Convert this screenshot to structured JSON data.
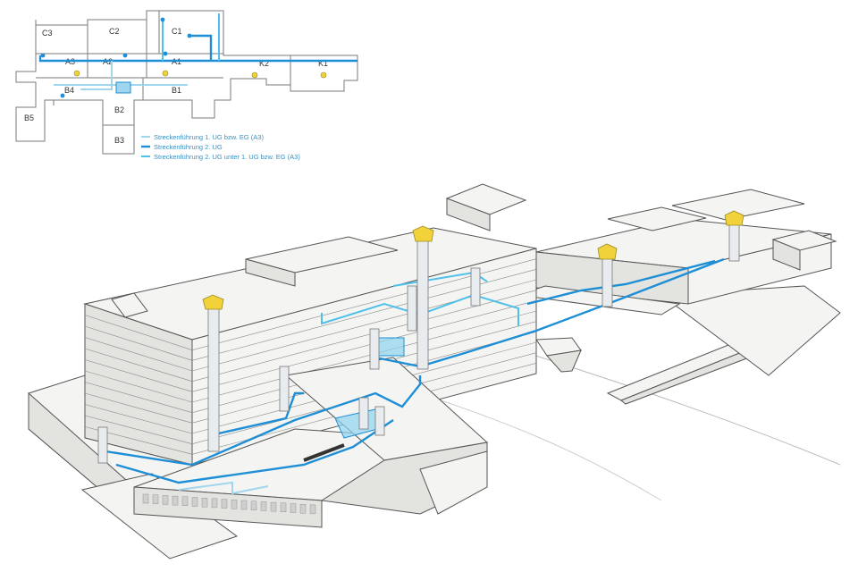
{
  "floorplan": {
    "rooms": [
      "C3",
      "C2",
      "C1",
      "A3",
      "A2",
      "A1",
      "K2",
      "K1",
      "B4",
      "B1",
      "B5",
      "B2",
      "B3"
    ]
  },
  "legend": {
    "items": [
      {
        "label": "Streckenführung 1. UG bzw. EG (A3)",
        "color": "#9fd6ee"
      },
      {
        "label": "Streckenführung 2. UG",
        "color": "#1e8fd6"
      },
      {
        "label": "Streckenführung 2. UG unter 1. UG bzw. EG (A3)",
        "color": "#4fc0ea"
      }
    ]
  },
  "colors": {
    "accent_pipe": "#1e8fd6",
    "vent_hood": "#f1d23a"
  }
}
